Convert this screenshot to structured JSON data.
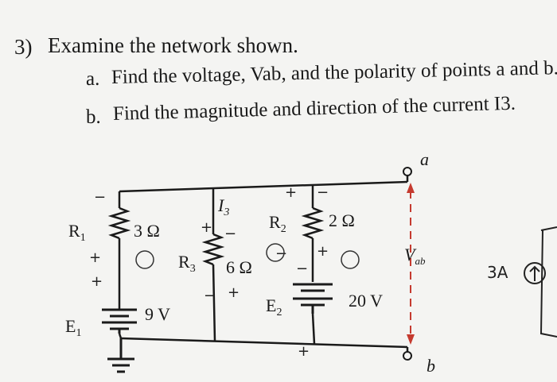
{
  "question": {
    "number": "3)",
    "text": "Examine the network shown.",
    "parts": [
      {
        "label": "a.",
        "text": "Find the voltage, Vab, and the polarity of points a and b."
      },
      {
        "label": "b.",
        "text": "Find the magnitude and direction of the current I3."
      }
    ]
  },
  "circuit": {
    "R1": "R1",
    "R1_value": "3 Ω",
    "R2": "R2",
    "R2_value": "2 Ω",
    "R3": "R3",
    "R3_value": "6 Ω",
    "E1": "E1",
    "E1_value": "9 V",
    "E2": "E2",
    "E2_value": "20 V",
    "I3": "I3",
    "Vab": "Vab",
    "node_a": "a",
    "node_b": "b"
  },
  "annotations": {
    "answer": "3A",
    "plus": "+",
    "minus": "−"
  }
}
